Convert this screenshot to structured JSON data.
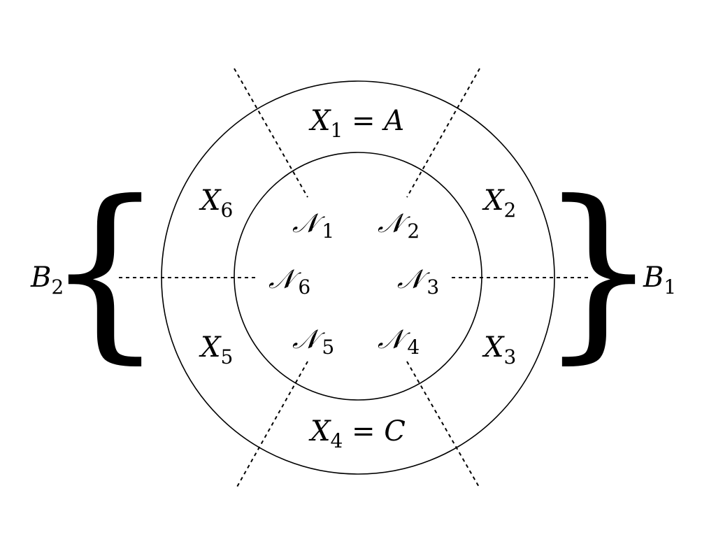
{
  "outer_regions": {
    "x1": {
      "main": "X",
      "sub": "1",
      "suffix": " = A"
    },
    "x2": {
      "main": "X",
      "sub": "2",
      "suffix": ""
    },
    "x3": {
      "main": "X",
      "sub": "3",
      "suffix": ""
    },
    "x4": {
      "main": "X",
      "sub": "4",
      "suffix": " = C"
    },
    "x5": {
      "main": "X",
      "sub": "5",
      "suffix": ""
    },
    "x6": {
      "main": "X",
      "sub": "6",
      "suffix": ""
    }
  },
  "inner_regions": {
    "n1": {
      "main": "𝒩",
      "sub": "1"
    },
    "n2": {
      "main": "𝒩",
      "sub": "2"
    },
    "n3": {
      "main": "𝒩",
      "sub": "3"
    },
    "n4": {
      "main": "𝒩",
      "sub": "4"
    },
    "n5": {
      "main": "𝒩",
      "sub": "5"
    },
    "n6": {
      "main": "𝒩",
      "sub": "6"
    }
  },
  "braces": {
    "left": {
      "main": "B",
      "sub": "2"
    },
    "right": {
      "main": "B",
      "sub": "1"
    }
  }
}
